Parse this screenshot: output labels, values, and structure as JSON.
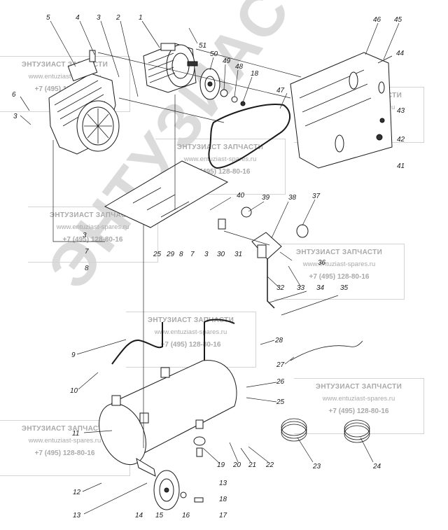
{
  "watermark": {
    "big_text": "ЭНТУЗИАСТ",
    "title": "ЭНТУЗИАСТ ЗАПЧАСТИ",
    "url": "www.entuziast-spares.ru",
    "phone": "+7 (495) 128-80-16"
  },
  "callouts": {
    "c1": "1",
    "c2": "2",
    "c3a": "3",
    "c4": "4",
    "c5": "5",
    "c3b": "3",
    "c6": "6",
    "c51": "51",
    "c50": "50",
    "c49": "49",
    "c48": "48",
    "c18a": "18",
    "c46": "46",
    "c45": "45",
    "c44": "44",
    "c47": "47",
    "c43": "43",
    "c42": "42",
    "c41": "41",
    "c40": "40",
    "c39": "39",
    "c38": "38",
    "c37": "37",
    "c3c": "3",
    "c7a": "7",
    "c8a": "8",
    "c25a": "25",
    "c29": "29",
    "c8b": "8",
    "c7b": "7",
    "c3d": "3",
    "c30": "30",
    "c31": "31",
    "c36": "36",
    "c32": "32",
    "c33": "33",
    "c34": "34",
    "c35": "35",
    "c28": "28",
    "c9": "9",
    "c27": "27",
    "c10": "10",
    "c26": "26",
    "c25b": "25",
    "c11": "11",
    "c19": "19",
    "c20": "20",
    "c21": "21",
    "c22": "22",
    "c13a": "13",
    "c18b": "18",
    "c12": "12",
    "c13b": "13",
    "c14": "14",
    "c15": "15",
    "c16": "16",
    "c17": "17",
    "c23": "23",
    "c24": "24"
  }
}
